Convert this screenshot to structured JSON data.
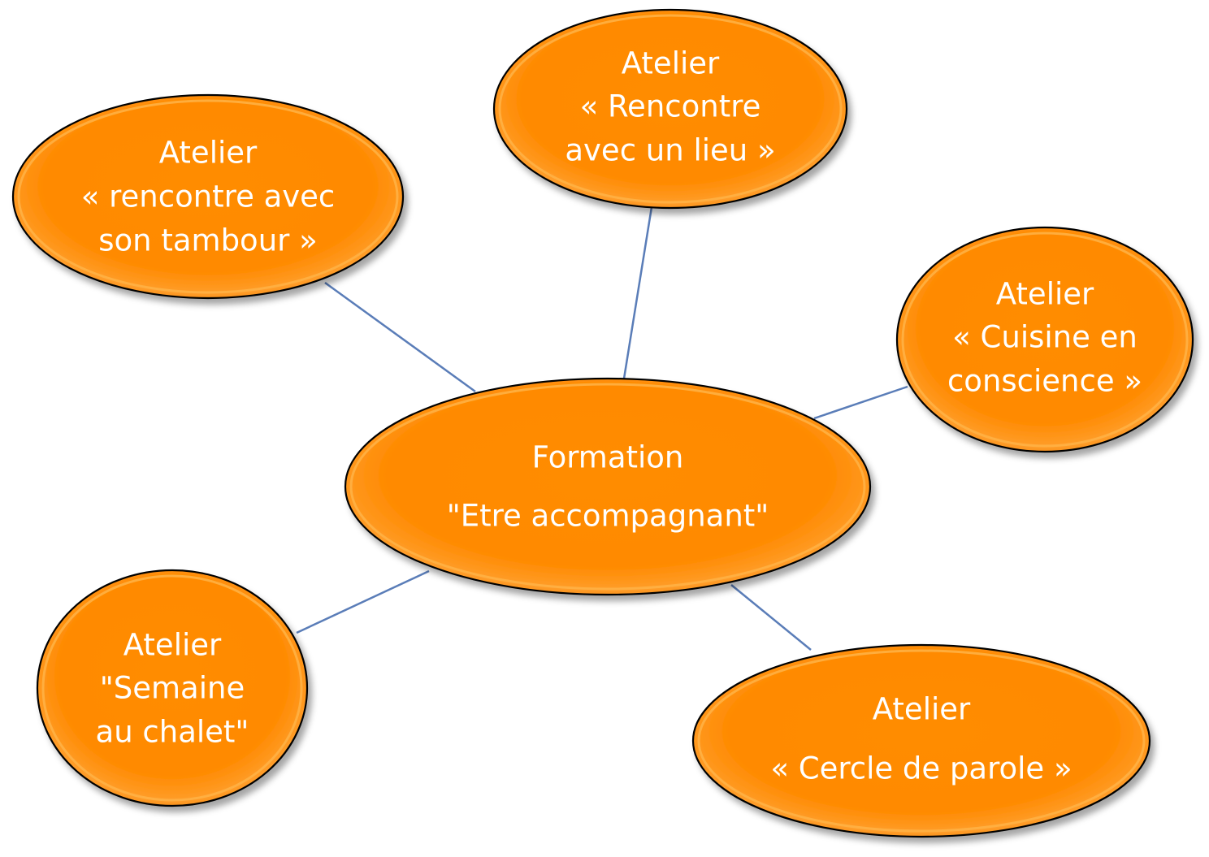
{
  "colors": {
    "node_fill": "#ff8c00",
    "node_text": "#ffffff",
    "connector": "#5a7db8",
    "outline": "#000000"
  },
  "center": {
    "lines": [
      "Formation",
      "\"Etre accompagnant\""
    ]
  },
  "nodes": {
    "tambour": {
      "lines": [
        "Atelier",
        "« rencontre avec",
        "son tambour »"
      ]
    },
    "lieu": {
      "lines": [
        "Atelier",
        "« Rencontre",
        "avec un lieu »"
      ]
    },
    "cuisine": {
      "lines": [
        "Atelier",
        "« Cuisine en",
        "conscience »"
      ]
    },
    "chalet": {
      "lines": [
        "Atelier",
        "\"Semaine",
        "au chalet\""
      ]
    },
    "cercle": {
      "lines": [
        "Atelier",
        "« Cercle de parole »"
      ]
    }
  }
}
